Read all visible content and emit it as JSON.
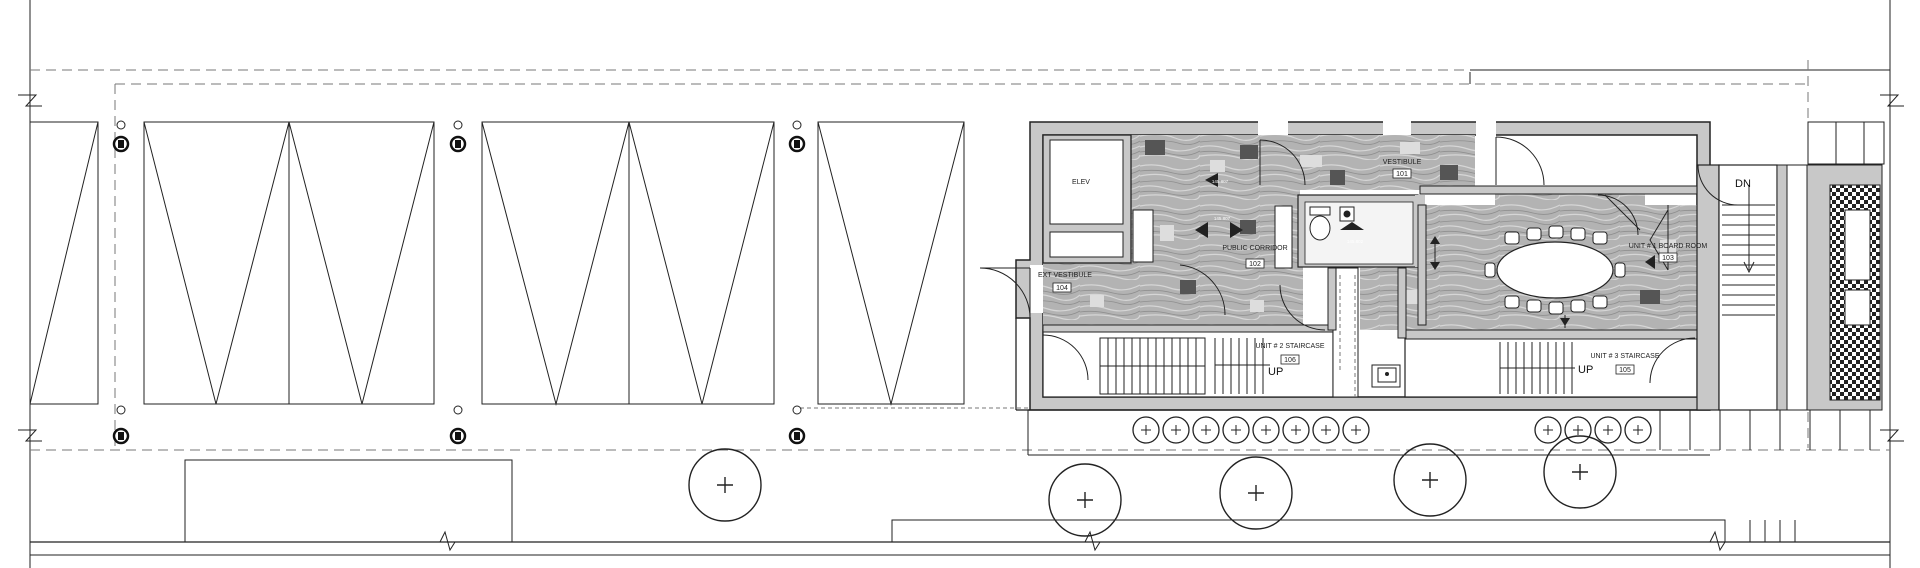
{
  "rooms": {
    "elev": {
      "name": "ELEV"
    },
    "vestibule": {
      "name": "EXT VESTIBULE",
      "number": "104"
    },
    "corridor": {
      "name": "PUBLIC CORRIDOR",
      "number": "102"
    },
    "vestibule_top": {
      "name": "VESTIBULE",
      "number": "101"
    },
    "board_room": {
      "name": "UNIT # 1 BOARD ROOM",
      "number": "103"
    },
    "unit2_stair": {
      "name": "UNIT # 2 STAIRCASE",
      "number": "106"
    },
    "unit3_stair": {
      "name": "UNIT # 3 STAIRCASE",
      "number": "105"
    }
  },
  "stair_labels": {
    "up_left": "UP",
    "up_right": "UP",
    "down": "DN"
  },
  "elevation_tags": [
    "145.807",
    "145.807",
    "145.802"
  ],
  "colors": {
    "wall": "#c8c8c8",
    "wall_outline": "#222222",
    "tile_light": "#b4b4b4",
    "tile_dark": "#555555"
  },
  "icons": [
    "structural-column-icon",
    "tree-icon",
    "bollard-icon",
    "elevation-marker-icon",
    "toilet-icon",
    "sink-icon"
  ]
}
